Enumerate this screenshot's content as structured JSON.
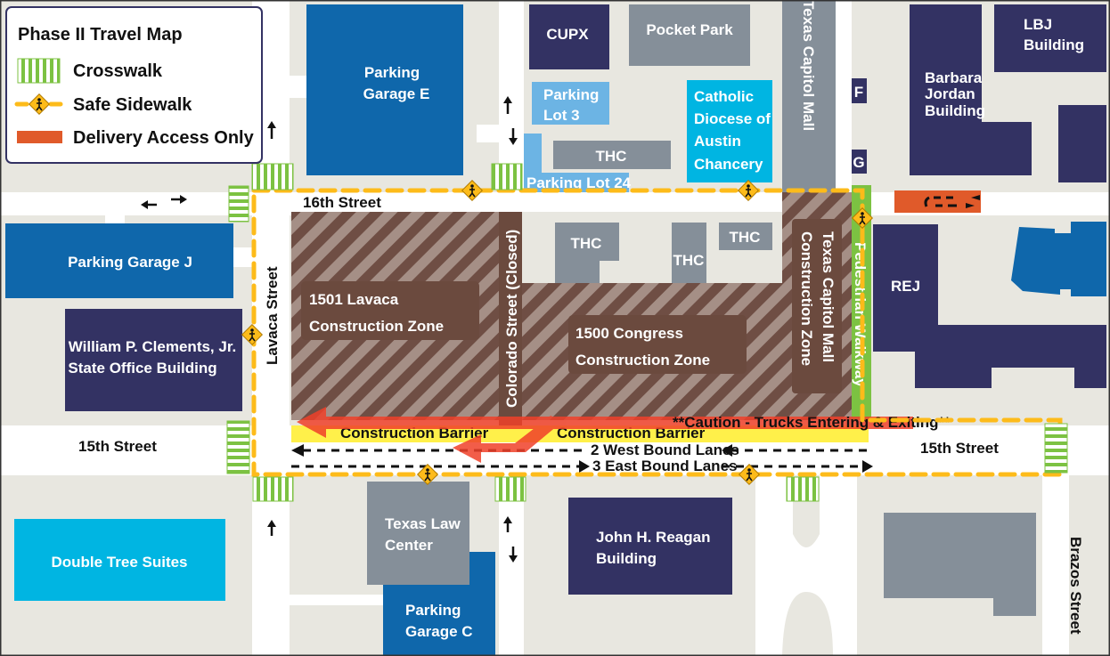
{
  "legend": {
    "title": "Phase II Travel Map",
    "items": [
      {
        "label": "Crosswalk",
        "icon": "crosswalk-icon"
      },
      {
        "label": "Safe Sidewalk",
        "icon": "pedestrian-sign-icon"
      },
      {
        "label": "Delivery Access Only",
        "icon": "delivery-access-swatch"
      }
    ]
  },
  "streets": {
    "sixteenth": "16th Street",
    "fifteenth_left": "15th Street",
    "fifteenth_right": "15th Street",
    "lavaca": "Lavaca Street",
    "colorado": "Colorado Street (Closed)",
    "capitol_mall": "Texas Capitol Mall",
    "brazos": "Brazos Street",
    "pedestrian_walkway": "Pedestrian Walkway"
  },
  "buildings": {
    "garage_e": [
      "Parking",
      "Garage E"
    ],
    "cupx": "CUPX",
    "pocket_park": "Pocket Park",
    "lot_3": [
      "Parking",
      "Lot 3"
    ],
    "lot_24": "Parking Lot 24",
    "thc_top": "THC",
    "catholic": [
      "Catholic",
      "Diocese of",
      "Austin",
      "Chancery"
    ],
    "f": "F",
    "g": "G",
    "barbara_jordan": [
      "Barbara",
      "Jordan",
      "Building"
    ],
    "lbj": [
      "LBJ",
      "Building"
    ],
    "garage_j": "Parking Garage J",
    "clements": [
      "William P. Clements, Jr.",
      "State Office Building"
    ],
    "thc_1": "THC",
    "thc_2": "THC",
    "thc_3": "THC",
    "rej": "REJ",
    "texas_law": [
      "Texas Law",
      "Center"
    ],
    "garage_c": [
      "Parking",
      "Garage C"
    ],
    "reagan": [
      "John H. Reagan",
      "Building"
    ],
    "double_tree": "Double Tree Suites"
  },
  "zones": {
    "lavaca": [
      "1501 Lavaca",
      "Construction Zone"
    ],
    "congress": [
      "1500 Congress",
      "Construction Zone"
    ],
    "mall": [
      "Texas Capitol Mall",
      "Construction Zone"
    ]
  },
  "traffic": {
    "barrier_1": "Construction Barrier",
    "barrier_2": "Construction Barrier",
    "caution": "**Caution - Trucks Entering & Exiting**",
    "west_lanes": "2 West Bound Lanes",
    "east_lanes": "3 East Bound Lanes"
  },
  "colors": {
    "background": "#e8e7e0",
    "navy_building": "#333263",
    "parking_blue": "#0f67ab",
    "cyan": "#00b5e2",
    "gray_building": "#858f99",
    "construction": "#6b4a3e",
    "crosswalk": "#7cc242",
    "safe_sidewalk": "#fdbb1a",
    "delivery": "#e05a2a",
    "barrier": "#fff04a",
    "truck_arrow": "#f0412a"
  }
}
